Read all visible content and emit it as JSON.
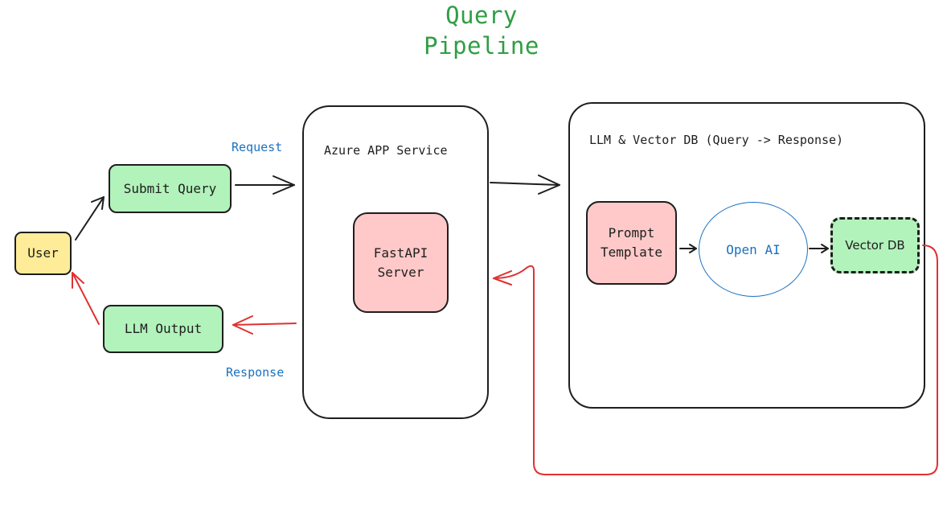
{
  "title": {
    "line1": "Query",
    "line2": "Pipeline"
  },
  "nodes": {
    "user": "User",
    "submit_query": "Submit Query",
    "llm_output": "LLM Output",
    "fastapi_line1": "FastAPI",
    "fastapi_line2": "Server",
    "prompt_line1": "Prompt",
    "prompt_line2": "Template",
    "open_ai": "Open AI",
    "vector_db": "Vector DB"
  },
  "containers": {
    "azure": "Azure APP Service",
    "llm_vector": "LLM & Vector DB (Query -> Response)"
  },
  "labels": {
    "request": "Request",
    "response": "Response"
  },
  "colors": {
    "title": "#2f9e44",
    "label_blue": "#1971c2",
    "response_arrow": "#e03131",
    "green_fill": "#b2f2bb",
    "yellow_fill": "#ffec99",
    "pink_fill": "#ffc9c9",
    "stroke": "#1e1e1e"
  }
}
